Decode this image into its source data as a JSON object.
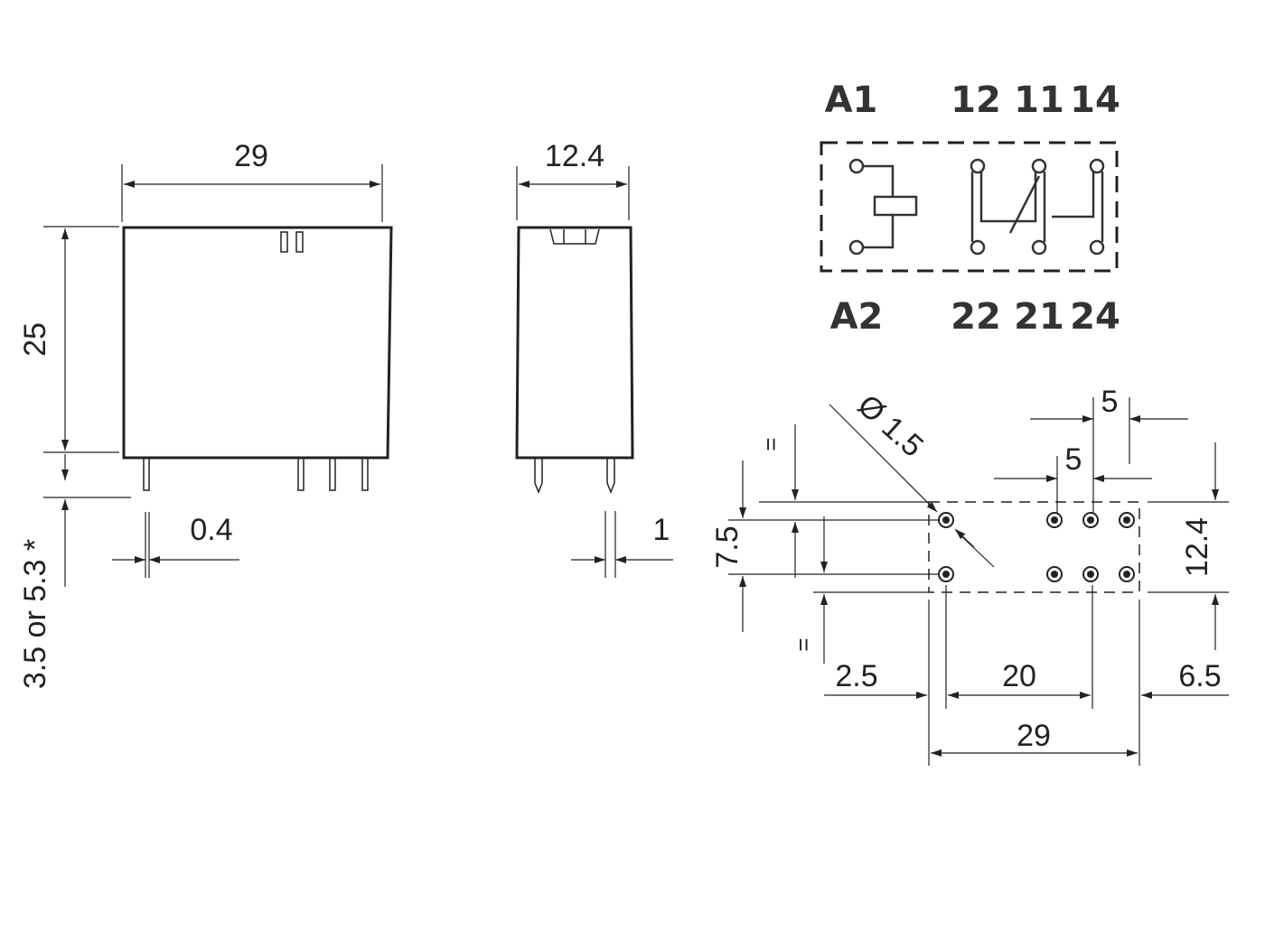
{
  "front_view": {
    "width_label": "29",
    "height_label": "25",
    "pin_length_label": "3.5 or 5.3 *",
    "pin_thickness_label": "0.4"
  },
  "side_view": {
    "depth_label": "12.4",
    "pin_width_label": "1"
  },
  "schematic": {
    "top_terminals": [
      "A1",
      "12",
      "11",
      "14"
    ],
    "bottom_terminals": [
      "A2",
      "22",
      "21",
      "24"
    ]
  },
  "pcb_layout": {
    "hole_diameter_label": "Ø 1.5",
    "pitch_top_label": "5",
    "pitch_mid_label": "5",
    "row_spacing_label": "7.5",
    "height_label": "12.4",
    "left_margin_label": "2.5",
    "span_label": "20",
    "right_margin_label": "6.5",
    "total_width_label": "29",
    "equal_mark": "="
  }
}
